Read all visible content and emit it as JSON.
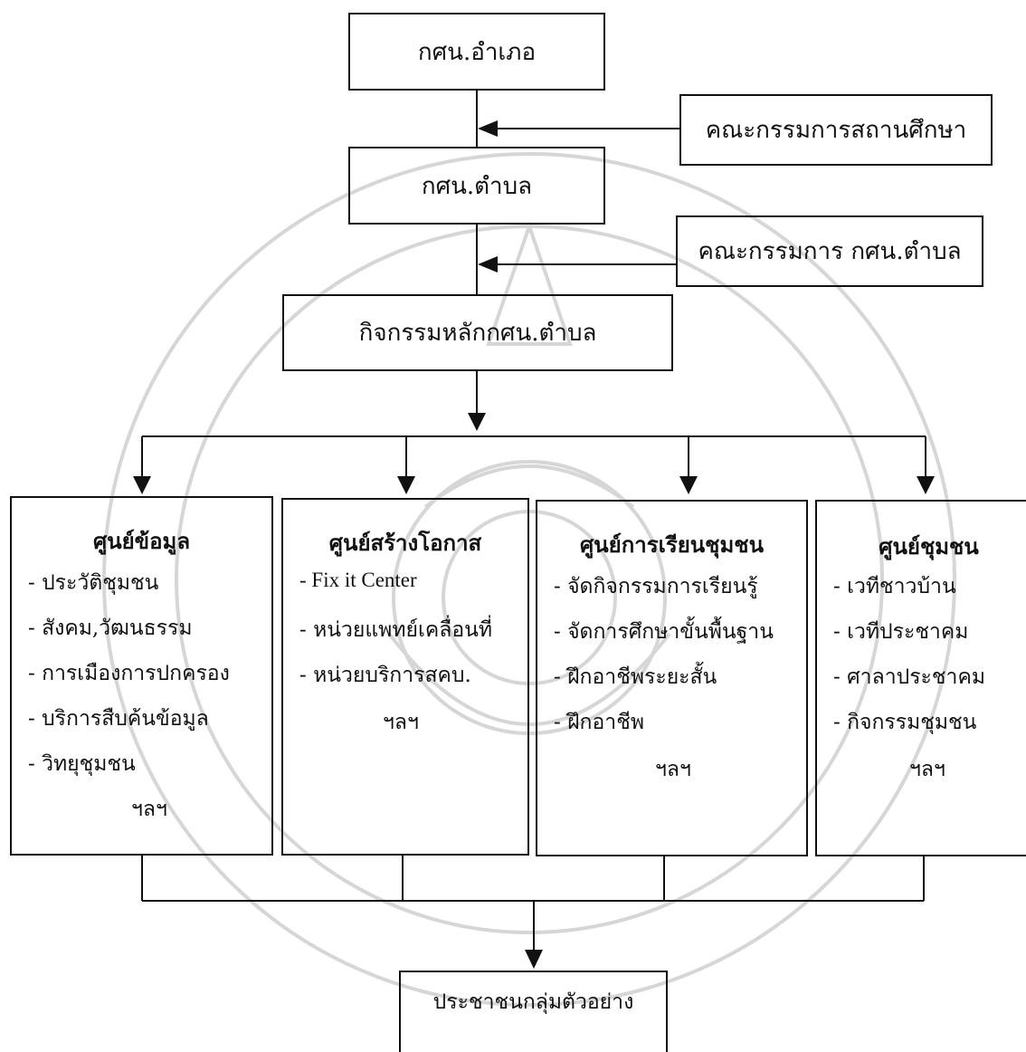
{
  "nodes": {
    "district": "กศน.อำเภอ",
    "school_committee": "คณะกรรมการสถานศึกษา",
    "subdistrict": "กศน.ตำบล",
    "subdistrict_committee": "คณะกรรมการ กศน.ตำบล",
    "main_activities": "กิจกรรมหลักกศน.ตำบล",
    "target": "ประชาชนกลุ่มตัวอย่าง"
  },
  "centers": [
    {
      "title": "ศูนย์ข้อมูล",
      "items": [
        "- ประวัติชุมชน",
        "- สังคม,วัฒนธรรม",
        "- การเมืองการปกครอง",
        "- บริการสืบค้นข้อมูล",
        "- วิทยุชุมชน"
      ],
      "etc": "ฯลฯ"
    },
    {
      "title": "ศูนย์สร้างโอกาส",
      "items": [
        "- Fix it Center",
        "- หน่วยแพทย์เคลื่อนที่",
        "- หน่วยบริการสคบ."
      ],
      "etc": "ฯลฯ"
    },
    {
      "title": "ศูนย์การเรียนชุมชน",
      "items": [
        "- จัดกิจกรรมการเรียนรู้",
        "- จัดการศึกษาขั้นพื้นฐาน",
        "- ฝึกอาชีพระยะสั้น",
        "- ฝึกอาชีพ"
      ],
      "etc": "ฯลฯ"
    },
    {
      "title": "ศูนย์ชุมชน",
      "items": [
        "- เวทีชาวบ้าน",
        "- เวทีประชาคม",
        "- ศาลาประชาคม",
        "- กิจกรรมชุมชน"
      ],
      "etc": "ฯลฯ"
    }
  ],
  "colors": {
    "line": "#111111",
    "watermark": "#d4d4d4"
  }
}
